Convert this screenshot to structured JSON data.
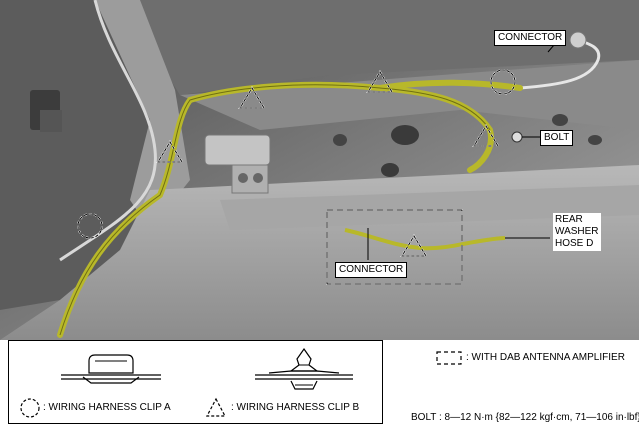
{
  "labels": {
    "connector_top": "CONNECTOR",
    "bolt": "BOLT",
    "rear_washer_hose": "REAR\nWASHER\nHOSE D",
    "connector_bottom": "CONNECTOR"
  },
  "legend": {
    "clip_a": ": WIRING HARNESS CLIP A",
    "clip_b": ": WIRING HARNESS CLIP B",
    "dab_note": ": WITH DAB ANTENNA AMPLIFIER"
  },
  "torque_spec": "BOLT : 8—12 N·m {82—122 kgf·cm, 71—106 in·lbf}",
  "colors": {
    "harness": "#b8b82a",
    "body_panel": "#9a9a9a",
    "background_dark": "#5a5a5a"
  }
}
